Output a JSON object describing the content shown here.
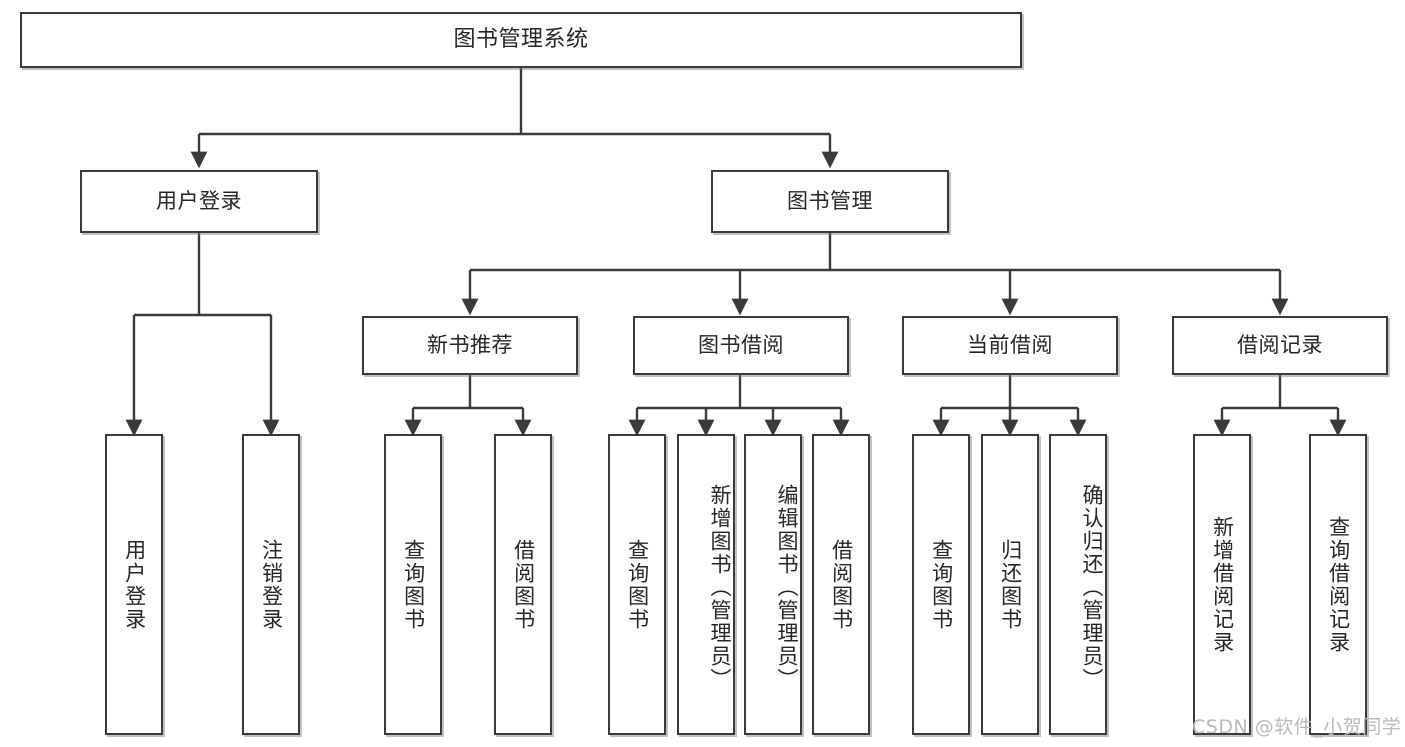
{
  "diagram": {
    "title": "图书管理系统",
    "type": "tree-hierarchy-chart",
    "colors": {
      "box_border": "#3a3a3a",
      "box_fill": "#ffffff",
      "connector": "#3a3a3a",
      "text": "#262626",
      "watermark": "#b9b9b9",
      "background": "#ffffff"
    },
    "root": {
      "label": "图书管理系统"
    },
    "level1": [
      {
        "label": "用户登录"
      },
      {
        "label": "图书管理"
      }
    ],
    "level2": [
      {
        "label": "新书推荐"
      },
      {
        "label": "图书借阅"
      },
      {
        "label": "当前借阅"
      },
      {
        "label": "借阅记录"
      }
    ],
    "leaves": {
      "user_login": [
        {
          "label": "用户登录"
        },
        {
          "label": "注销登录"
        }
      ],
      "new_book_recommend": [
        {
          "label": "查询图书"
        },
        {
          "label": "借阅图书"
        }
      ],
      "book_borrow": [
        {
          "label": "查询图书"
        },
        {
          "label": "新增图书（管理员）"
        },
        {
          "label": "编辑图书（管理员）"
        },
        {
          "label": "借阅图书"
        }
      ],
      "current_borrow": [
        {
          "label": "查询图书"
        },
        {
          "label": "归还图书"
        },
        {
          "label": "确认归还（管理员）"
        }
      ],
      "borrow_record": [
        {
          "label": "新增借阅记录"
        },
        {
          "label": "查询借阅记录"
        }
      ]
    },
    "watermark": "CSDN @软件_小贺同学"
  }
}
